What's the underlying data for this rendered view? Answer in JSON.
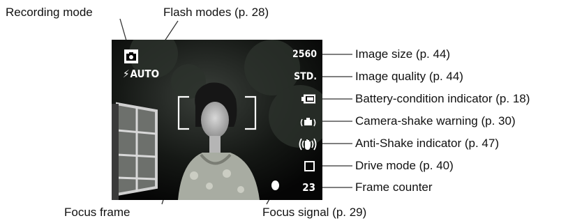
{
  "annotations": {
    "recording_mode": "Recording mode",
    "flash_modes": "Flash modes (p. 28)",
    "image_size": "Image size (p. 44)",
    "image_quality": "Image quality (p. 44)",
    "battery": "Battery-condition indicator (p. 18)",
    "camera_shake": "Camera-shake warning (p. 30)",
    "anti_shake": "Anti-Shake indicator (p. 47)",
    "drive_mode": "Drive mode (p. 40)",
    "frame_counter": "Frame counter",
    "focus_frame": "Focus frame",
    "focus_signal": "Focus signal (p. 29)"
  },
  "display": {
    "flash_mode": "AUTO",
    "image_size": "2560",
    "image_quality": "STD.",
    "frame_count": "23"
  },
  "icons": {
    "recording_mode": "camera-icon",
    "flash": "lightning-bolt-icon",
    "battery": "battery-full-icon",
    "camera_shake": "camera-shake-warning-icon",
    "anti_shake": "hand-anti-shake-icon",
    "drive_mode": "single-frame-square-icon",
    "focus_signal": "white-dot-icon"
  }
}
